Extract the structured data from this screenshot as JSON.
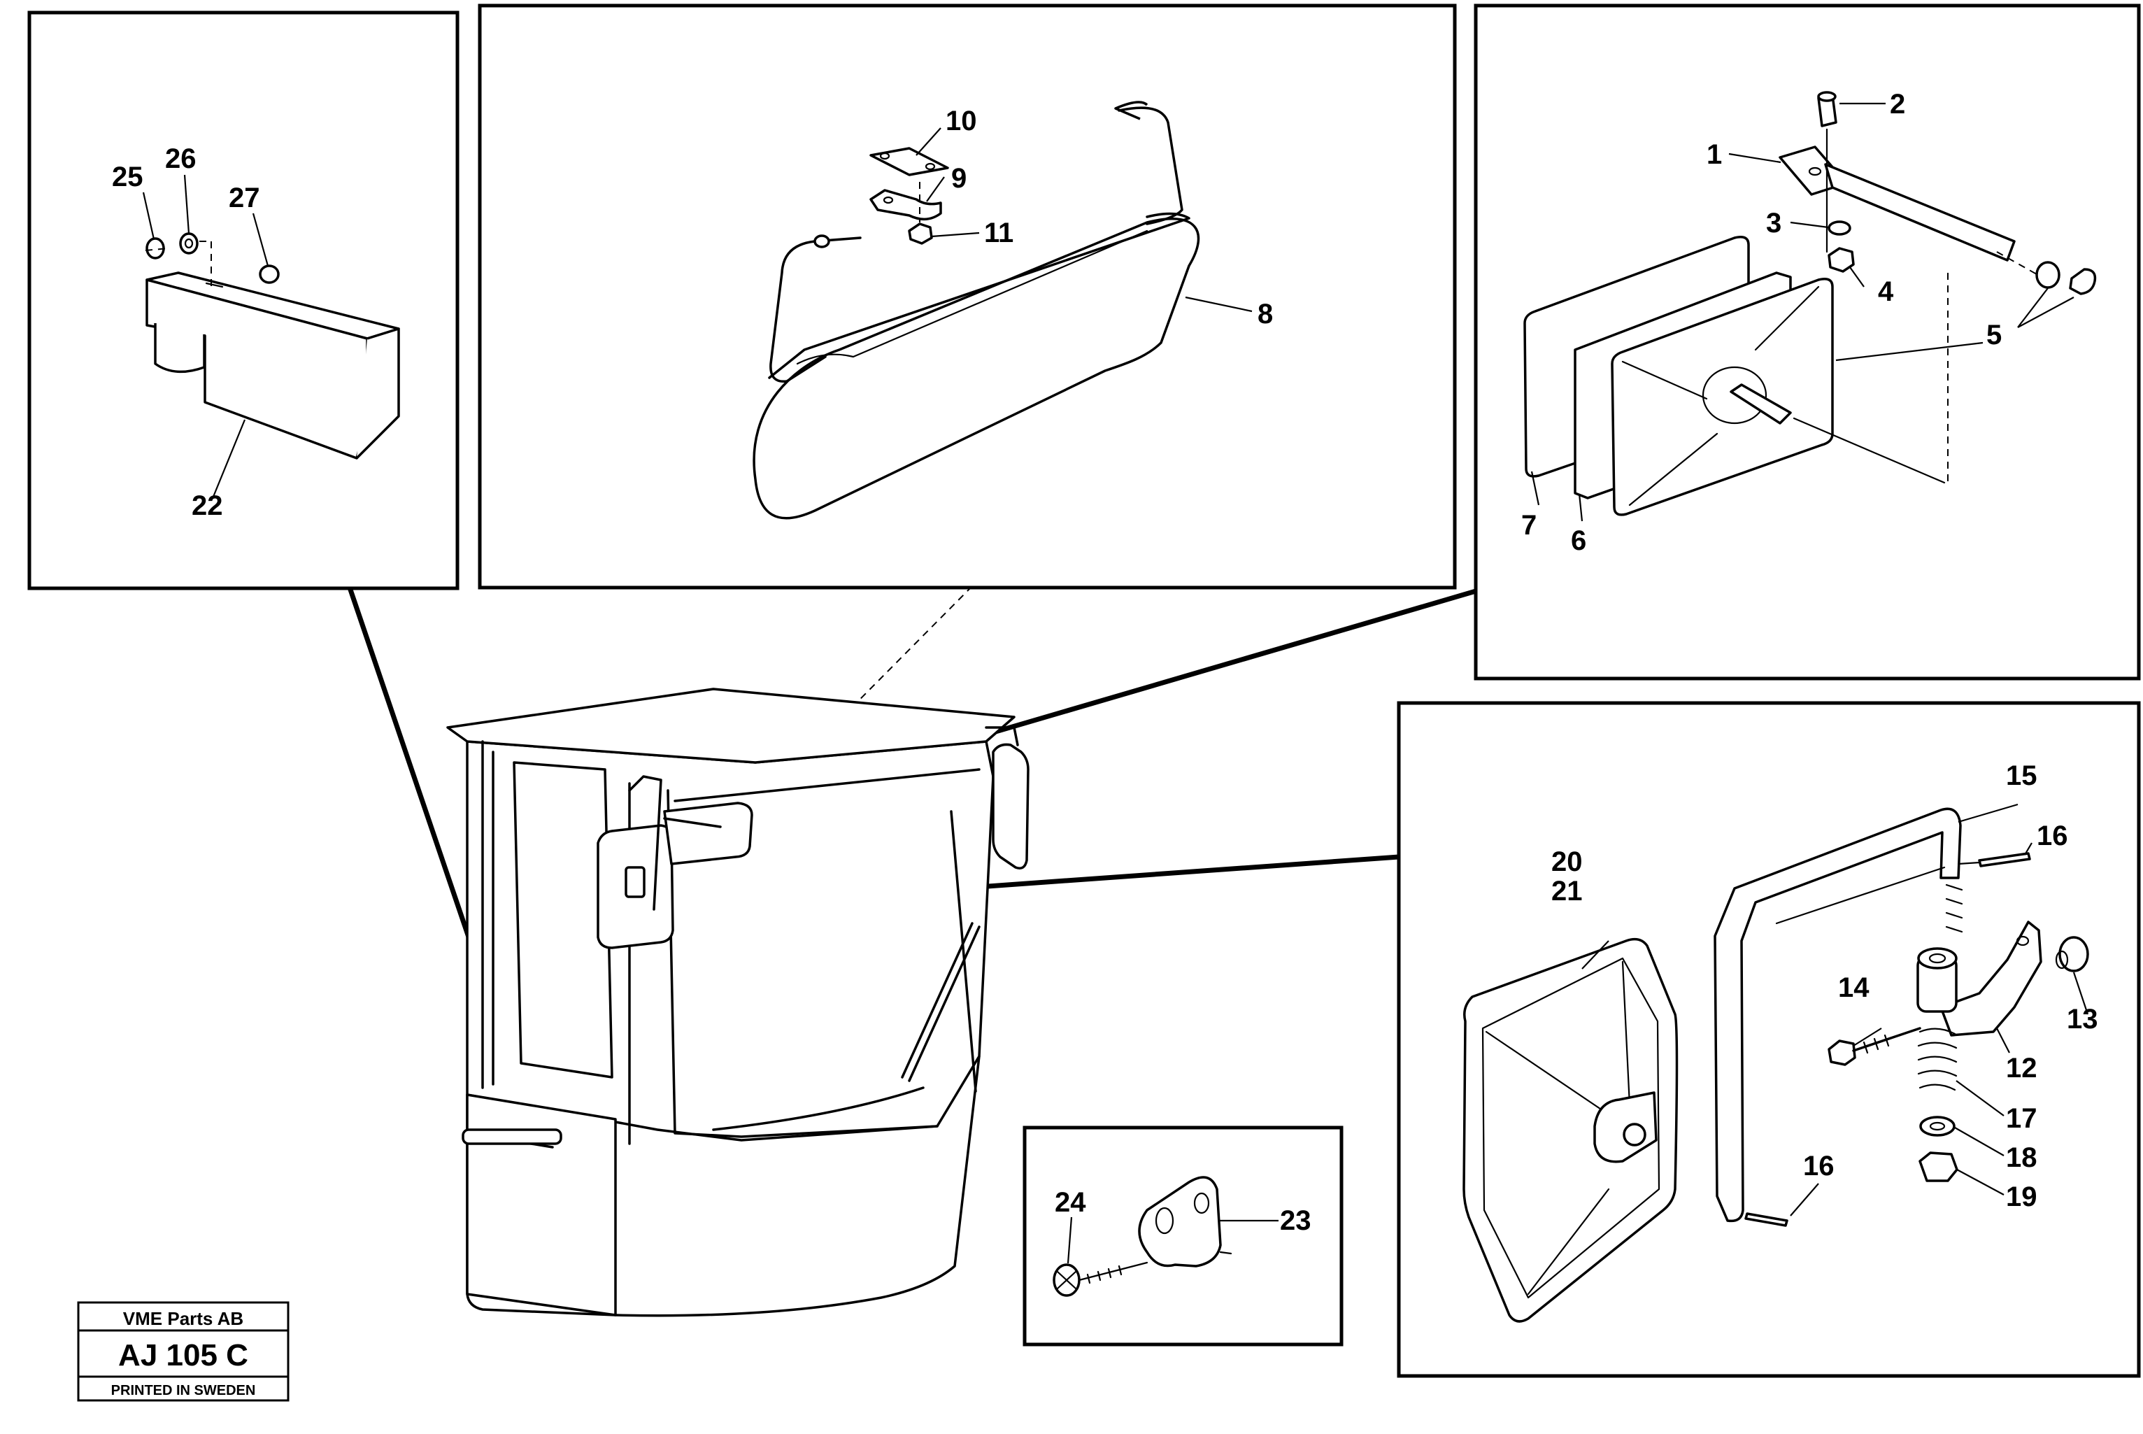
{
  "callouts": {
    "c1": "1",
    "c2": "2",
    "c3": "3",
    "c4": "4",
    "c5": "5",
    "c6": "6",
    "c7": "7",
    "c8": "8",
    "c9": "9",
    "c10": "10",
    "c11": "11",
    "c12": "12",
    "c13": "13",
    "c14": "14",
    "c15": "15",
    "c16a": "16",
    "c16b": "16",
    "c17": "17",
    "c18": "18",
    "c19": "19",
    "c20": "20",
    "c21": "21",
    "c22": "22",
    "c23": "23",
    "c24": "24",
    "c25": "25",
    "c26": "26",
    "c27": "27"
  },
  "stamp": {
    "company": "VME Parts AB",
    "code": "AJ 105  C",
    "footer": "PRINTED IN SWEDEN"
  }
}
